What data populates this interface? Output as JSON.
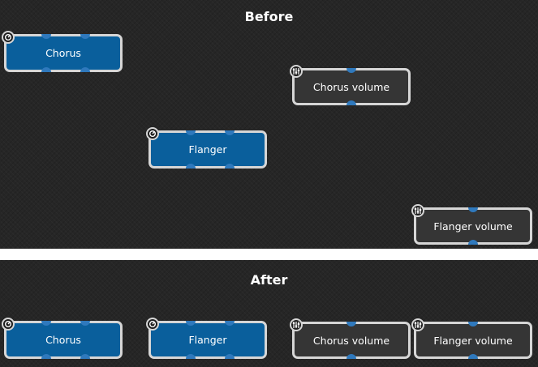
{
  "before": {
    "title": "Before",
    "nodes": [
      {
        "id": "chorus",
        "label": "Chorus",
        "kind": "effect",
        "icon": "knob-icon"
      },
      {
        "id": "chorus-volume",
        "label": "Chorus volume",
        "kind": "volume",
        "icon": "mixer-sliders-icon"
      },
      {
        "id": "flanger",
        "label": "Flanger",
        "kind": "effect",
        "icon": "knob-icon"
      },
      {
        "id": "flanger-volume",
        "label": "Flanger volume",
        "kind": "volume",
        "icon": "mixer-sliders-icon"
      }
    ]
  },
  "after": {
    "title": "After",
    "nodes": [
      {
        "id": "chorus",
        "label": "Chorus",
        "kind": "effect",
        "icon": "knob-icon"
      },
      {
        "id": "flanger",
        "label": "Flanger",
        "kind": "effect",
        "icon": "knob-icon"
      },
      {
        "id": "chorus-volume",
        "label": "Chorus volume",
        "kind": "volume",
        "icon": "mixer-sliders-icon"
      },
      {
        "id": "flanger-volume",
        "label": "Flanger volume",
        "kind": "volume",
        "icon": "mixer-sliders-icon"
      }
    ]
  },
  "colors": {
    "background": "#262626",
    "effect_node": "#0a5f9c",
    "volume_node": "#353535",
    "node_border": "#d6d6d6",
    "port": "#2f79bd"
  }
}
